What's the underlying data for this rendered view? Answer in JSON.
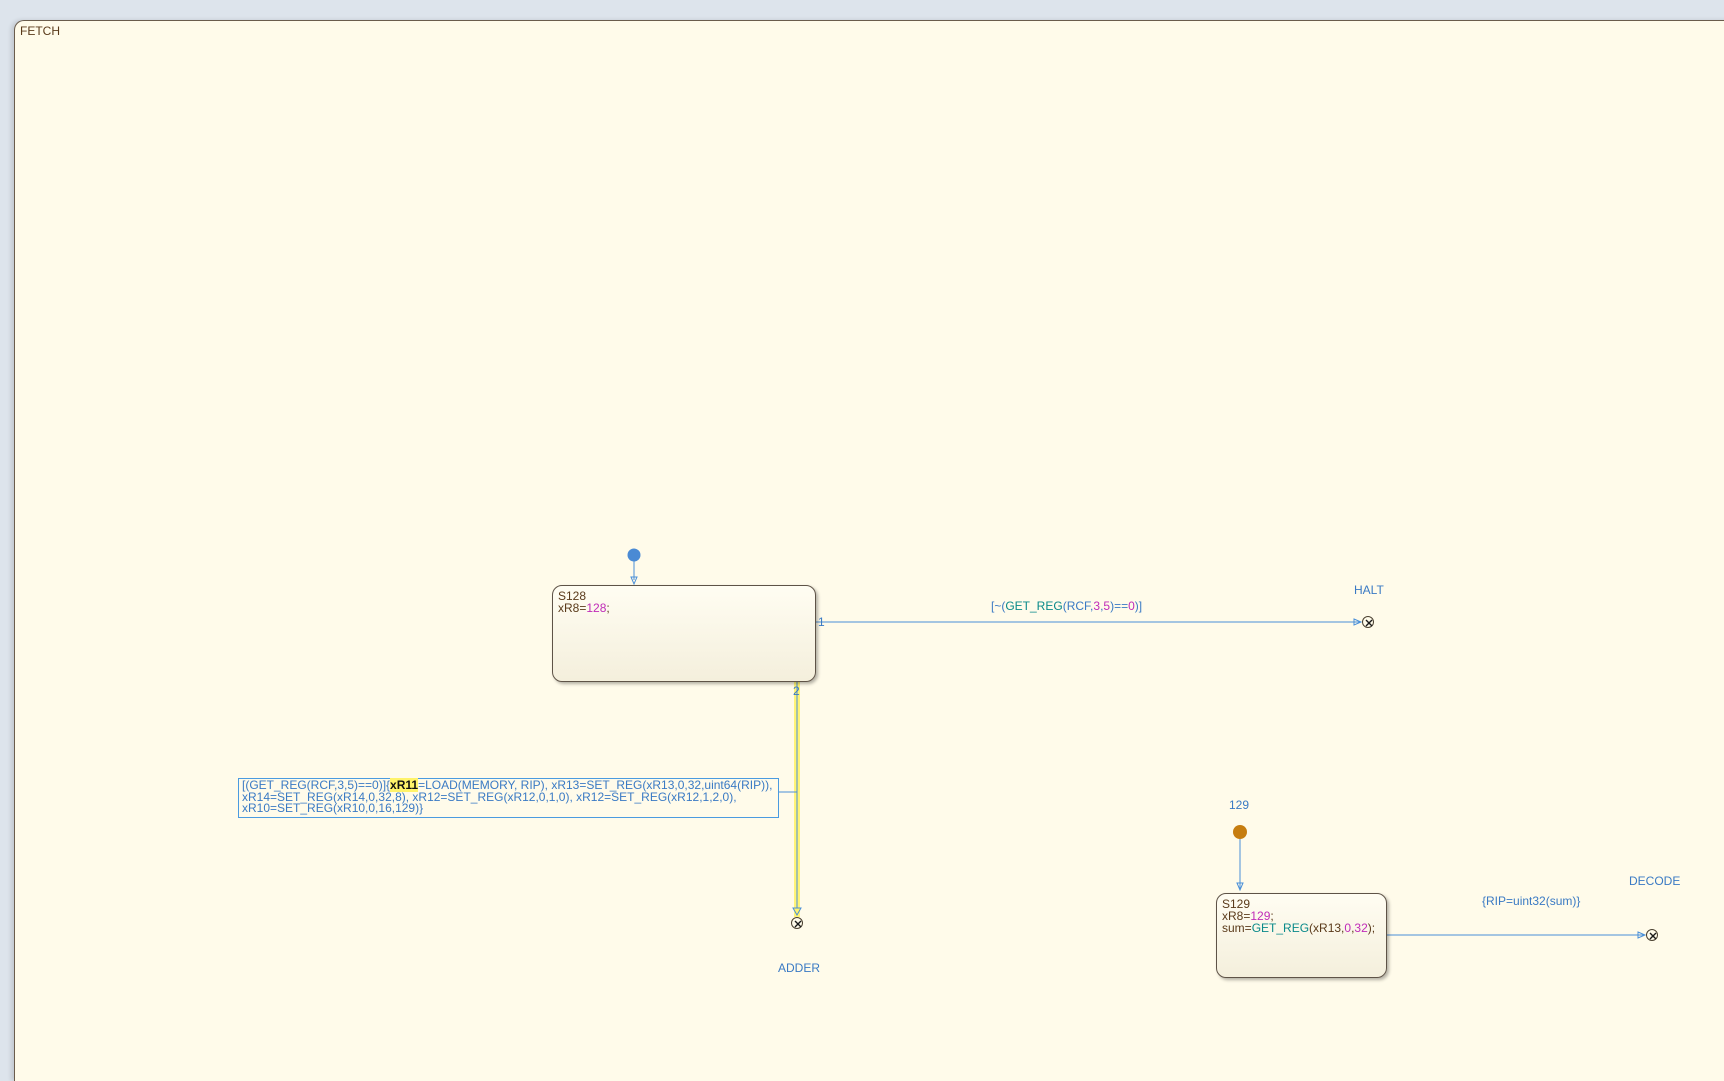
{
  "chart": {
    "title": "FETCH"
  },
  "states": {
    "s128": {
      "name": "S128",
      "line1_var": "xR8=",
      "line1_val": "128",
      "line1_end": ";"
    },
    "s129": {
      "name": "S129",
      "line1_var": "xR8=",
      "line1_val": "129",
      "line1_end": ";",
      "line2_a": "sum=",
      "line2_fn": "GET_REG",
      "line2_b": "(xR13,",
      "line2_n1": "0",
      "line2_c": ",",
      "line2_n2": "32",
      "line2_d": ");"
    }
  },
  "transitions": {
    "to_halt": {
      "priority": "1",
      "cond_a": "[~(",
      "cond_fn": "GET_REG",
      "cond_b": "(RCF,",
      "cond_n1": "3",
      "cond_c": ",",
      "cond_n2": "5",
      "cond_d": ")==",
      "cond_n3": "0",
      "cond_e": ")]"
    },
    "to_adder": {
      "priority": "2",
      "line1_a": "[(GET_REG(RCF,3,5)==0)]{",
      "line1_hl": "xR11",
      "line1_b": "=LOAD(MEMORY, RIP), xR13=SET_REG(xR13,0,32,uint64(RIP)),",
      "line2": "xR14=SET_REG(xR14,0,32,8), xR12=SET_REG(xR12,0,1,0), xR12=SET_REG(xR12,1,2,0),",
      "line3": "xR10=SET_REG(xR10,0,16,129)}"
    },
    "to_decode": {
      "action": "{RIP=uint32(sum)}"
    }
  },
  "entries": {
    "entry_129_label": "129"
  },
  "exits": {
    "halt": "HALT",
    "adder": "ADDER",
    "decode": "DECODE"
  },
  "colors": {
    "chart_bg": "#fffbea",
    "transition_blue": "#4a8fd8",
    "default_transition_dot": "#4a8ad4",
    "entry_dot": "#c67d10",
    "highlight": "#fff36a",
    "state_text": "#5a3a1a"
  }
}
